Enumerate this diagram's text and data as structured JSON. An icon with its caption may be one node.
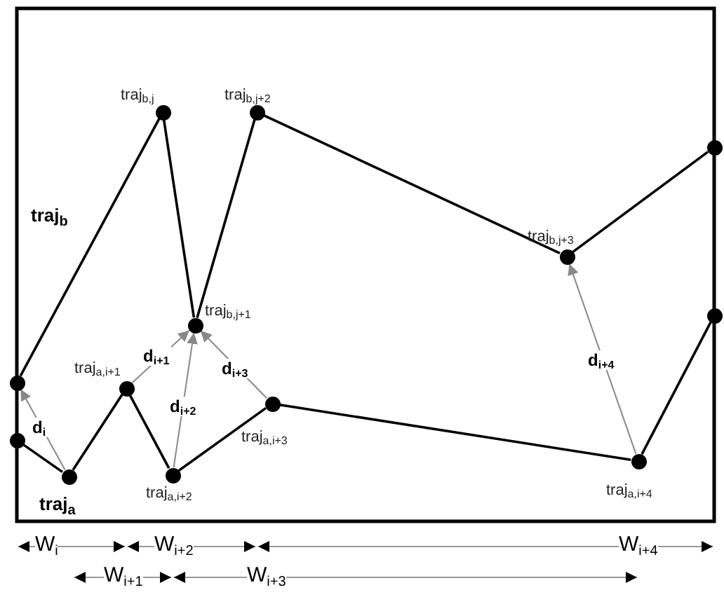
{
  "diagram": {
    "nodes": [
      {
        "text": [],
        "shape": "circle",
        "beside": [
          "traj$_{b,j}$"
        ]
      },
      {
        "text": [],
        "shape": "circle",
        "beside": [
          "traj$_{b,j+2}$"
        ]
      },
      {
        "text": [],
        "shape": "circle"
      },
      {
        "text": [],
        "shape": "circle",
        "beside": [
          "traj$_{b,j+3}$"
        ]
      },
      {
        "text": [],
        "shape": "circle"
      },
      {
        "text": [],
        "shape": "circle",
        "beside": [
          "traj$_{b,j+1}$"
        ]
      },
      {
        "text": [],
        "shape": "circle"
      },
      {
        "text": [],
        "shape": "circle",
        "beside": [
          "traj$_{a,i+1}$"
        ]
      },
      {
        "text": [],
        "shape": "circle",
        "beside": [
          "traj$_{a,i+3}$"
        ]
      },
      {
        "text": [],
        "shape": "circle"
      },
      {
        "text": [],
        "shape": "circle",
        "beside": [
          "traj$_{a,i+4}$"
        ]
      },
      {
        "text": [],
        "shape": "circle"
      },
      {
        "text": [],
        "shape": "circle",
        "beside": [
          "traj$_{a,i+2}$"
        ]
      }
    ],
    "edges": [
      {
        "from": 9,
        "to": 11,
        "arrow": "none"
      },
      {
        "from": 11,
        "to": 7,
        "arrow": "none"
      },
      {
        "from": 7,
        "to": 12,
        "arrow": "none"
      },
      {
        "from": 12,
        "to": 8,
        "arrow": "none"
      },
      {
        "from": 8,
        "to": 10,
        "arrow": "none"
      },
      {
        "from": 10,
        "to": 4,
        "arrow": "none"
      },
      {
        "from": 6,
        "to": 0,
        "arrow": "none"
      },
      {
        "from": 0,
        "to": 5,
        "arrow": "none"
      },
      {
        "from": 5,
        "to": 1,
        "arrow": "none"
      },
      {
        "from": 1,
        "to": 3,
        "arrow": "none"
      },
      {
        "from": 3,
        "to": 2,
        "arrow": "none"
      },
      {
        "from": 11,
        "to": 6,
        "arrow": "to",
        "label": "d$_{i}$",
        "color": "#888888"
      },
      {
        "from": 7,
        "to": 5,
        "arrow": "to",
        "label": "d$_{i+1}$",
        "color": "#888888"
      },
      {
        "from": 12,
        "to": 5,
        "arrow": "to",
        "label": "d$_{i+2}$",
        "color": "#888888"
      },
      {
        "from": 8,
        "to": 5,
        "arrow": "to",
        "label": "d$_{i+3}$",
        "color": "#888888"
      },
      {
        "from": 10,
        "to": 3,
        "arrow": "to",
        "label": "d$_{i+4}$",
        "color": "#888888"
      }
    ],
    "labels": [
      "traj$_{b}$",
      "traj$_{a}$",
      "W$_{i}$",
      "W$_{i+2}$",
      "W$_{i+4}$",
      "W$_{i+1}$",
      "W$_{i+3}$"
    ]
  }
}
